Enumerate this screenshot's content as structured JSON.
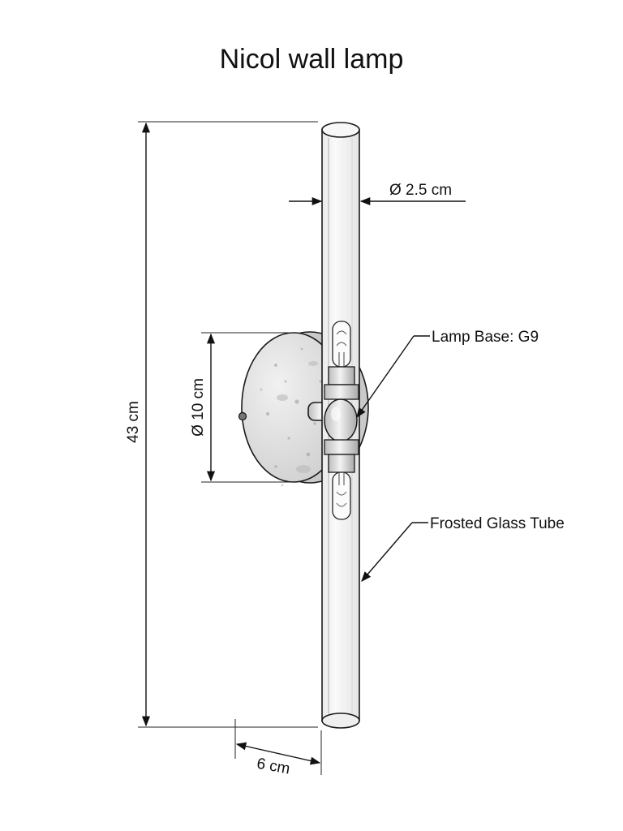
{
  "title": "Nicol wall lamp",
  "dimensions": {
    "height": "43 cm",
    "tube_diameter": "Ø 2.5 cm",
    "base_diameter": "Ø 10 cm",
    "depth": "6 cm"
  },
  "callouts": {
    "lamp_base": "Lamp Base: G9",
    "glass_tube": "Frosted Glass Tube"
  },
  "colors": {
    "line": "#111111",
    "background": "#ffffff",
    "glass": "#f4f4f4",
    "base": "#e2e2e2"
  }
}
